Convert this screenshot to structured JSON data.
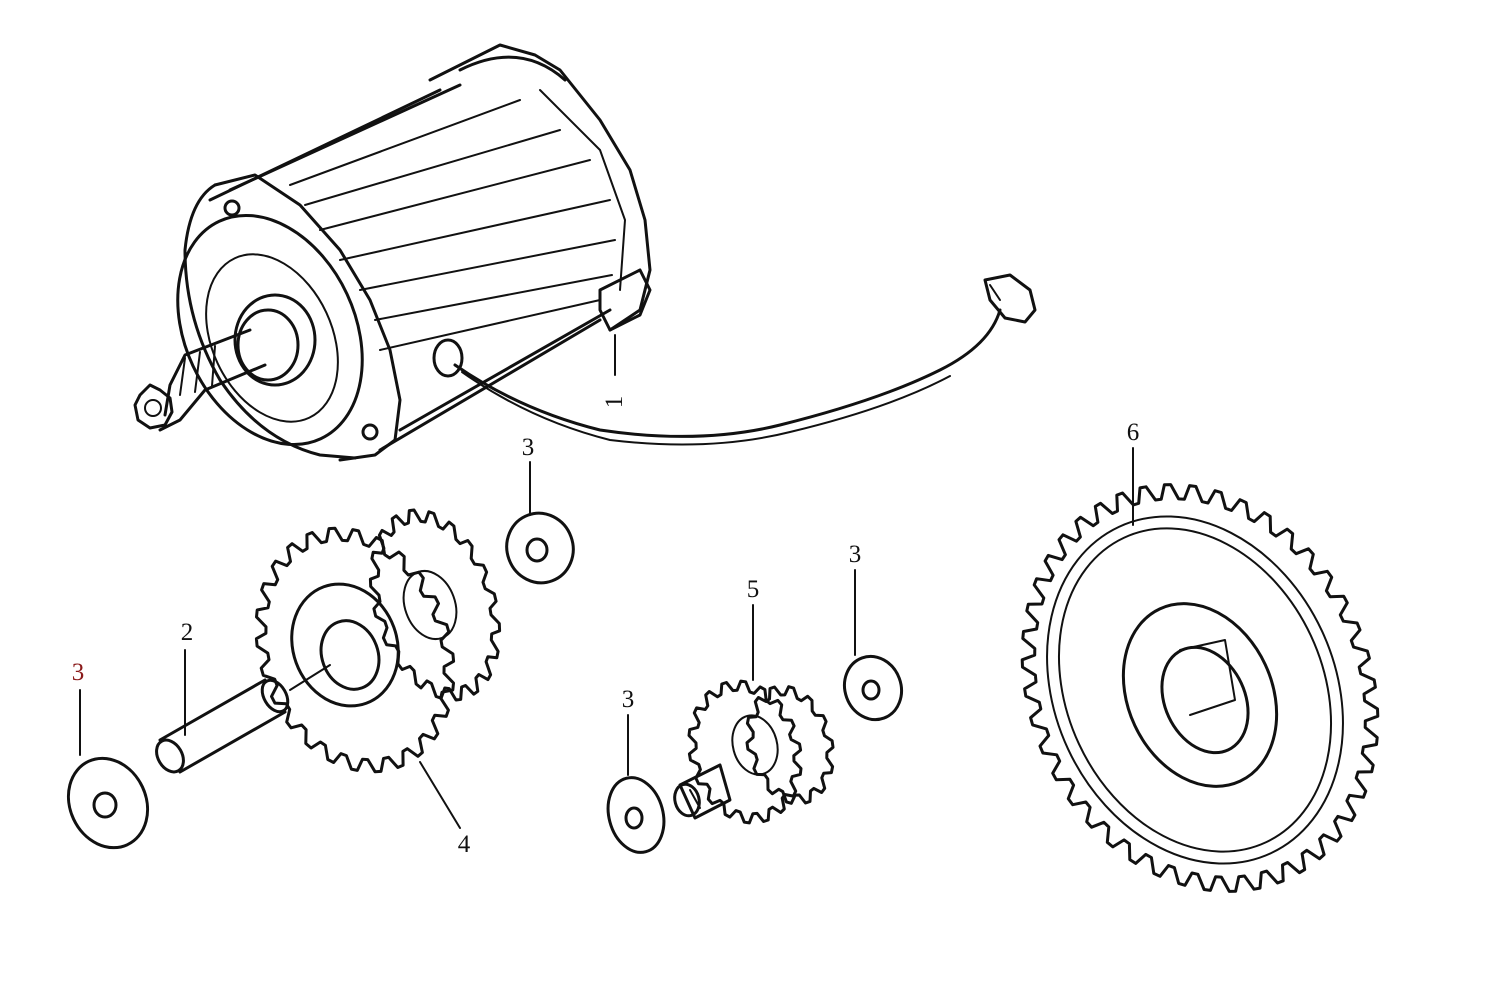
{
  "diagram": {
    "callouts": [
      {
        "id": "starter-motor",
        "text": "1"
      },
      {
        "id": "shaft",
        "text": "2"
      },
      {
        "id": "washer-left",
        "text": "3"
      },
      {
        "id": "washer-top",
        "text": "3"
      },
      {
        "id": "washer-middle",
        "text": "3"
      },
      {
        "id": "washer-right",
        "text": "3"
      },
      {
        "id": "double-gear",
        "text": "4"
      },
      {
        "id": "small-double-gear",
        "text": "5"
      },
      {
        "id": "large-sprocket",
        "text": "6"
      }
    ],
    "colors": {
      "ink": "#111111",
      "red_label": "#8a1a1a",
      "background": "#ffffff"
    }
  }
}
